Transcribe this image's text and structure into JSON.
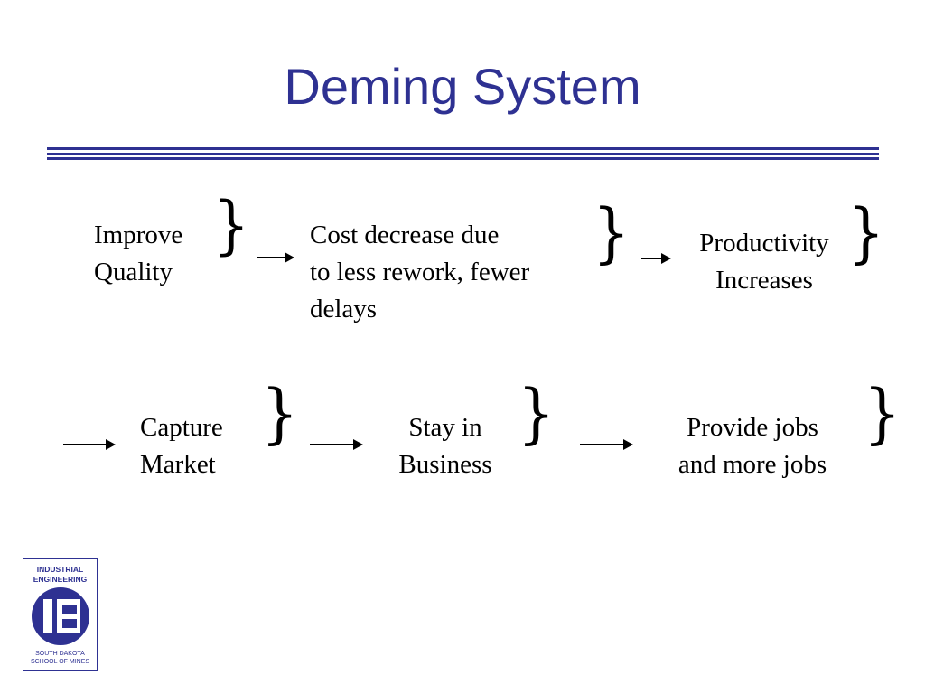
{
  "slide": {
    "title": "Deming System"
  },
  "diagram": {
    "row1": {
      "improve_quality": [
        "Improve",
        "Quality"
      ],
      "cost_decrease": [
        "Cost decrease due",
        "to less rework, fewer",
        "delays"
      ],
      "productivity": [
        "Productivity",
        "Increases"
      ]
    },
    "row2": {
      "capture_market": [
        "Capture",
        "Market"
      ],
      "stay_in_business": [
        "Stay in",
        "Business"
      ],
      "provide_jobs": [
        "Provide jobs",
        "and more jobs"
      ]
    },
    "brace_glyph": "}"
  },
  "logo": {
    "top_text": [
      "INDUSTRIAL",
      "ENGINEERING"
    ],
    "bottom_text": [
      "SOUTH DAKOTA",
      "SCHOOL OF MINES"
    ],
    "color": "#2e3192"
  },
  "colors": {
    "title": "#2e3192",
    "rule": "#2e3192",
    "text": "#000000"
  }
}
